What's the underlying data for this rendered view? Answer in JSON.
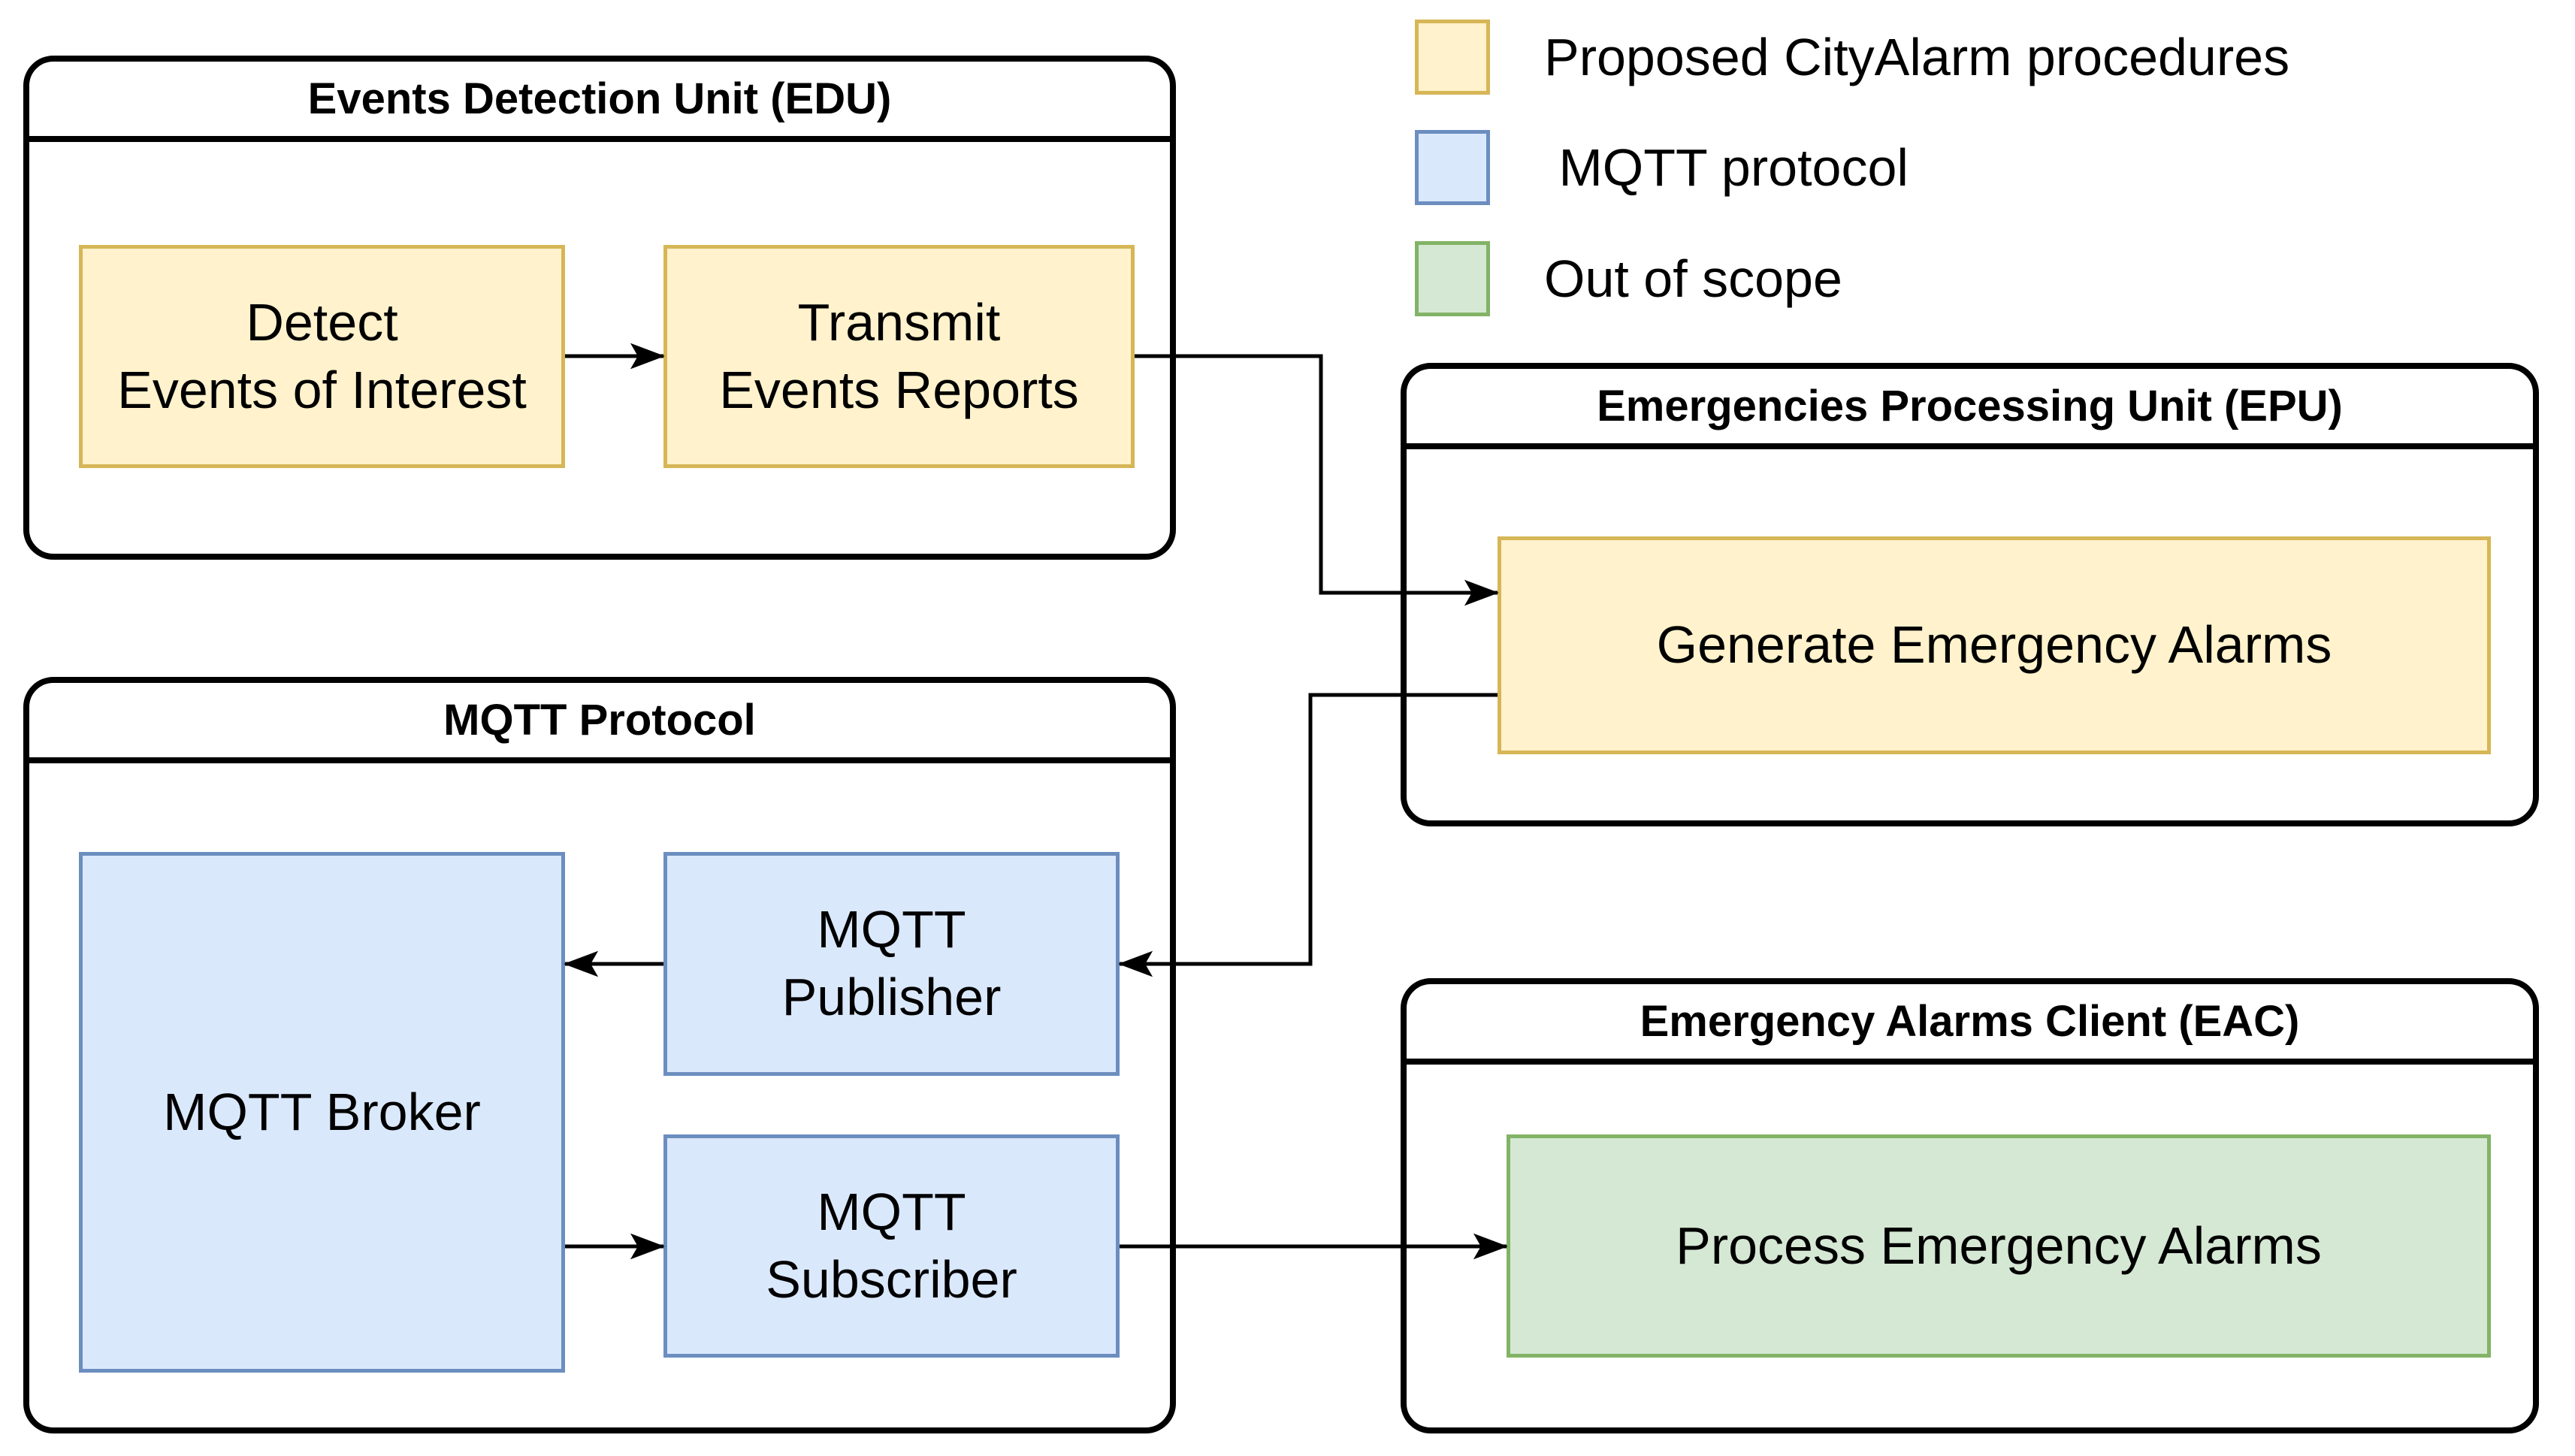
{
  "diagram": {
    "background": "#FFFFFF",
    "line_color": "#000000",
    "text_color": "#000000"
  },
  "colors": {
    "procedure_fill": "#FFF2CC",
    "procedure_stroke": "#D6B656",
    "mqtt_fill": "#DAE8FC",
    "mqtt_stroke": "#6C8EBF",
    "out_of_scope_fill": "#D5E8D4",
    "out_of_scope_stroke": "#82B366",
    "line": "#000000"
  },
  "legend": {
    "items": [
      {
        "label": "Proposed CityAlarm procedures",
        "fill": "#FFF2CC",
        "stroke": "#D6B656"
      },
      {
        "label": " MQTT protocol",
        "fill": "#DAE8FC",
        "stroke": "#6C8EBF"
      },
      {
        "label": "Out of scope",
        "fill": "#D5E8D4",
        "stroke": "#82B366"
      }
    ]
  },
  "groups": {
    "edu": {
      "title": "Events Detection Unit (EDU)"
    },
    "epu": {
      "title": "Emergencies Processing Unit (EPU)"
    },
    "mqtt": {
      "title": "MQTT Protocol"
    },
    "eac": {
      "title": "Emergency Alarms Client (EAC)"
    }
  },
  "nodes": {
    "detect": {
      "label": "Detect\nEvents of Interest",
      "category": "proposed-cityalarm-procedure",
      "group": "edu"
    },
    "transmit": {
      "label": "Transmit\nEvents Reports",
      "category": "proposed-cityalarm-procedure",
      "group": "edu"
    },
    "generate": {
      "label": "Generate Emergency Alarms",
      "category": "proposed-cityalarm-procedure",
      "group": "epu"
    },
    "broker": {
      "label": "MQTT Broker",
      "category": "mqtt-protocol",
      "group": "mqtt"
    },
    "publisher": {
      "label": "MQTT\nPublisher",
      "category": "mqtt-protocol",
      "group": "mqtt"
    },
    "subscriber": {
      "label": "MQTT\nSubscriber",
      "category": "mqtt-protocol",
      "group": "mqtt"
    },
    "process": {
      "label": "Process Emergency Alarms",
      "category": "out-of-scope",
      "group": "eac"
    }
  },
  "edges": [
    {
      "from": "detect",
      "to": "transmit",
      "arrow": "filled-triangle"
    },
    {
      "from": "transmit",
      "to": "generate",
      "arrow": "filled-triangle"
    },
    {
      "from": "generate",
      "to": "publisher",
      "arrow": "filled-triangle"
    },
    {
      "from": "publisher",
      "to": "broker",
      "arrow": "filled-triangle"
    },
    {
      "from": "broker",
      "to": "subscriber",
      "arrow": "filled-triangle"
    },
    {
      "from": "subscriber",
      "to": "process",
      "arrow": "filled-triangle"
    }
  ]
}
